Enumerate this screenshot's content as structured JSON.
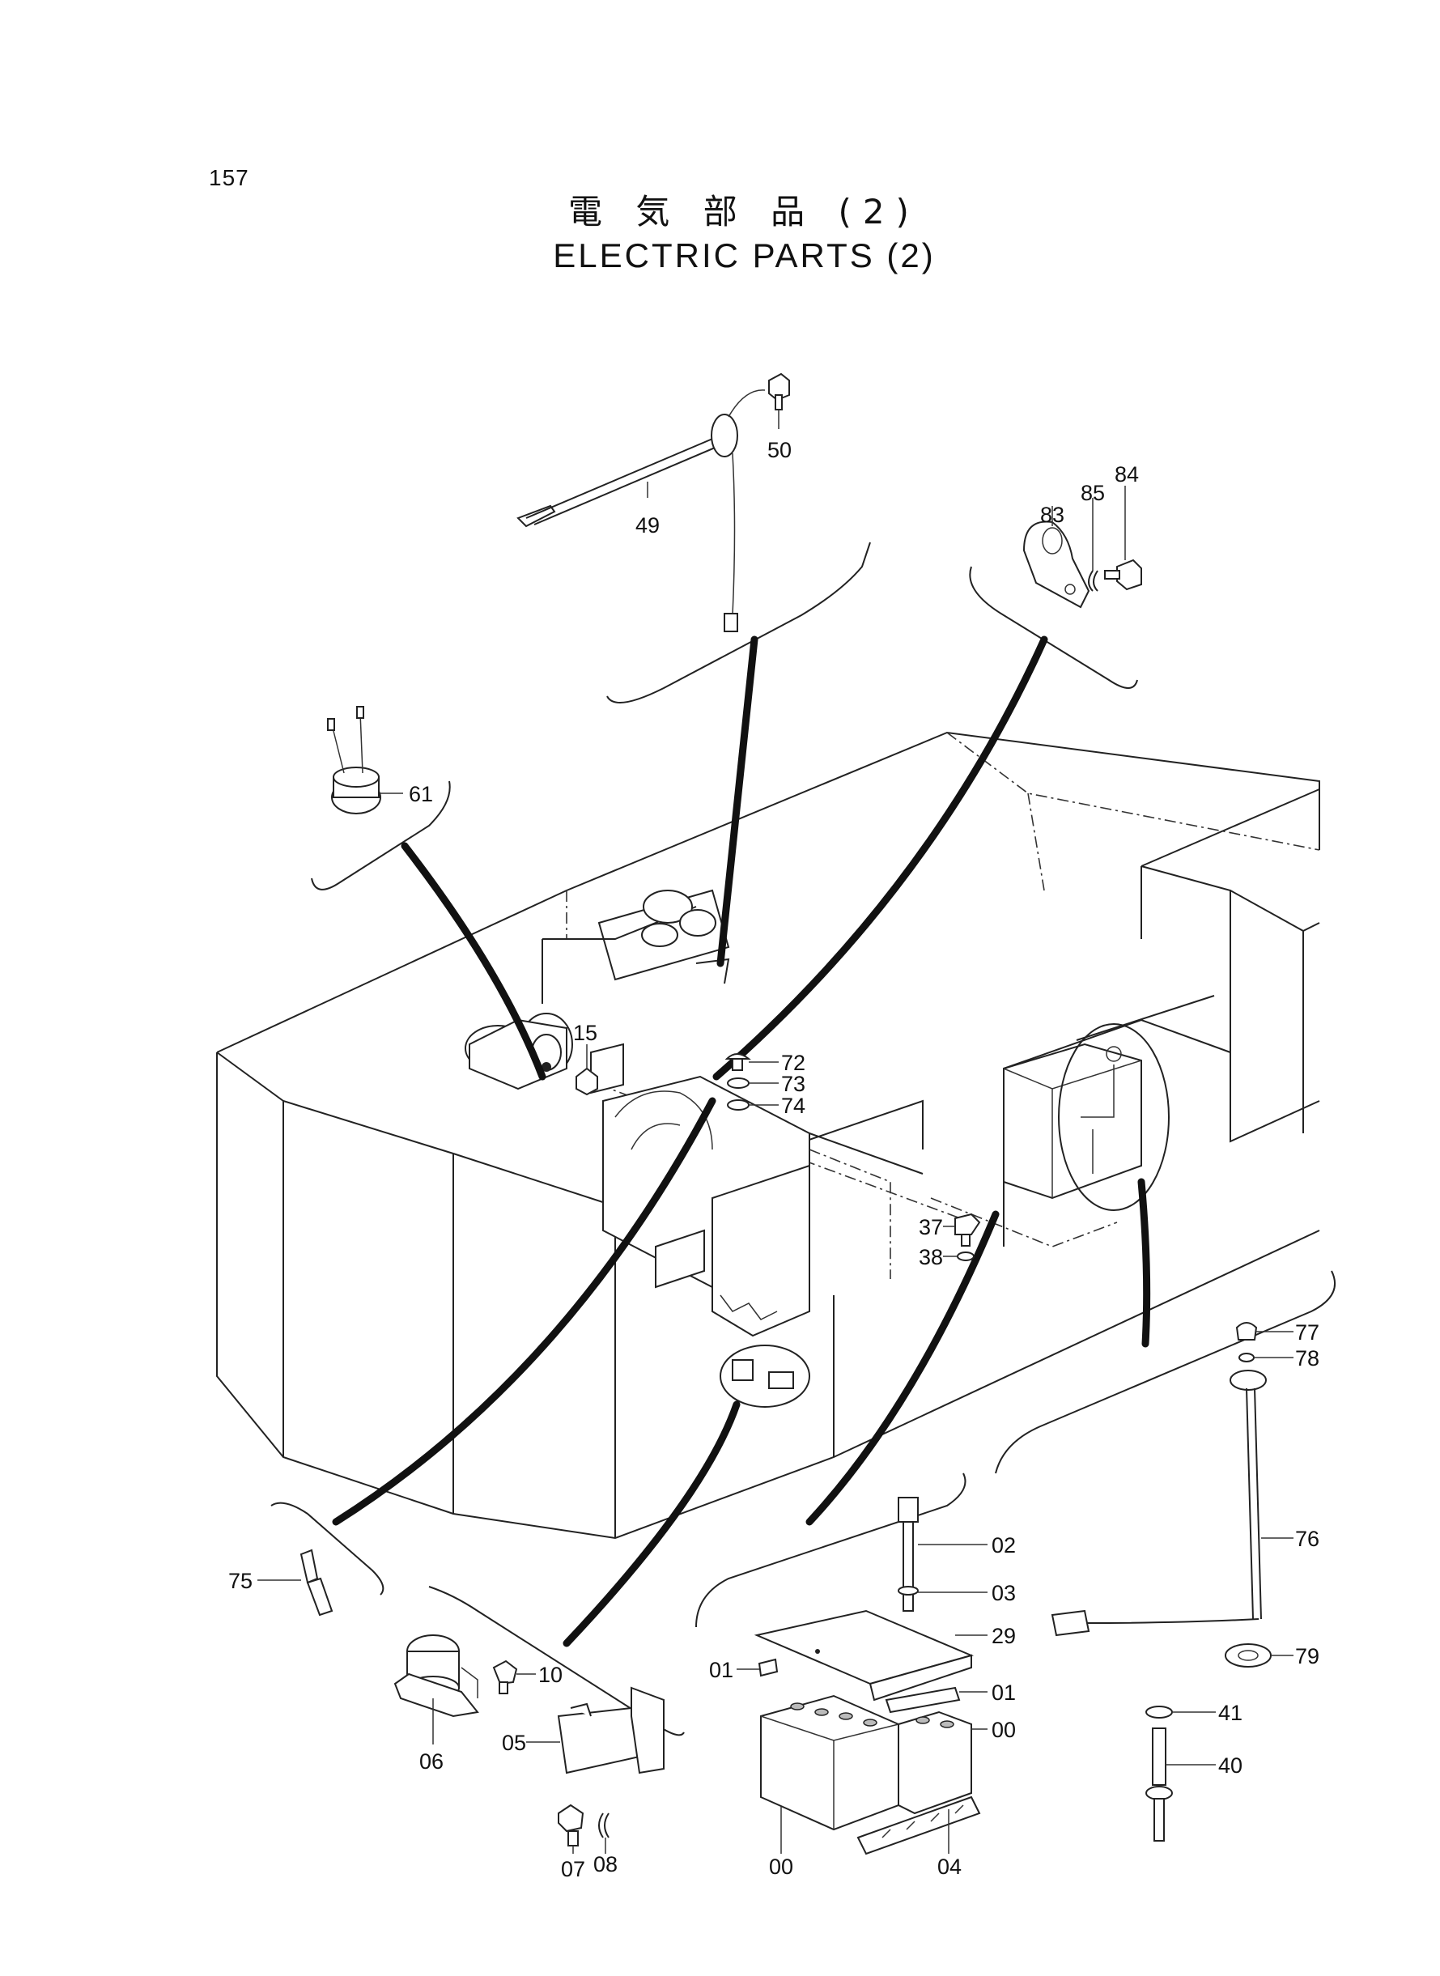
{
  "page_number": "157",
  "title_jp": "電 気 部 品 (2)",
  "title_en": "ELECTRIC PARTS (2)",
  "callouts": {
    "c50": "50",
    "c49": "49",
    "c83": "83",
    "c85": "85",
    "c84": "84",
    "c61": "61",
    "c15": "15",
    "c72": "72",
    "c73": "73",
    "c74": "74",
    "c37": "37",
    "c38": "38",
    "c77": "77",
    "c78": "78",
    "c76": "76",
    "c79": "79",
    "c41": "41",
    "c40": "40",
    "c75": "75",
    "c10": "10",
    "c06": "06",
    "c05": "05",
    "c07": "07",
    "c08": "08",
    "c02": "02",
    "c03": "03",
    "c29": "29",
    "c01a": "01",
    "c01b": "01",
    "c00a": "00",
    "c00b": "00",
    "c04": "04"
  }
}
